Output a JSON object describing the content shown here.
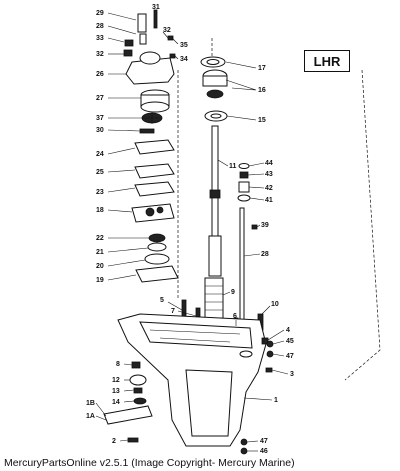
{
  "model_label": "LHR",
  "caption": "MercuryPartsOnline v2.5.1 (Image Copyright- Mercury Marine)",
  "callouts": [
    "29",
    "31",
    "28",
    "32",
    "33",
    "35",
    "32",
    "34",
    "26",
    "17",
    "16",
    "27",
    "37",
    "15",
    "30",
    "11",
    "24",
    "44",
    "43",
    "25",
    "42",
    "41",
    "23",
    "18",
    "39",
    "22",
    "21",
    "28",
    "20",
    "19",
    "9",
    "5",
    "7",
    "10",
    "6",
    "4",
    "45",
    "47",
    "3",
    "8",
    "12",
    "13",
    "14",
    "1",
    "1B",
    "1A",
    "2",
    "47",
    "46"
  ]
}
